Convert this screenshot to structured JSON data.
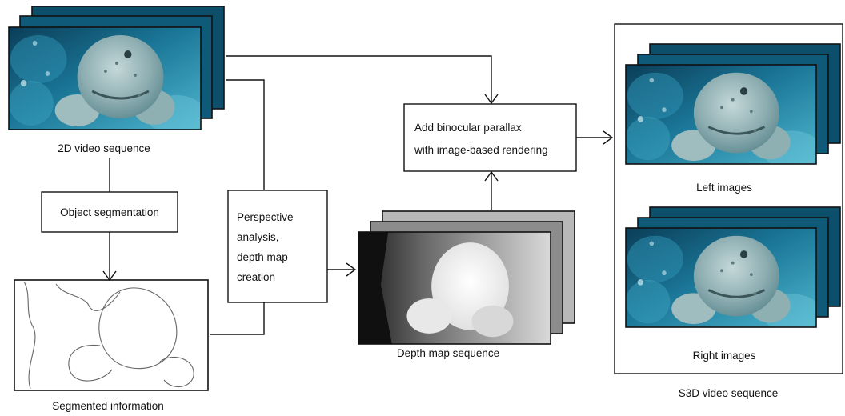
{
  "labels": {
    "video_2d": "2D video sequence",
    "segmented": "Segmented information",
    "depth_seq": "Depth map sequence",
    "left": "Left images",
    "right": "Right images",
    "s3d": "S3D video sequence"
  },
  "boxes": {
    "object_segmentation": "Object segmentation",
    "perspective": [
      "Perspective",
      "analysis,",
      "depth map",
      "creation"
    ],
    "parallax": [
      "Add binocular parallax",
      "with image-based rendering"
    ]
  },
  "colors": {
    "water_dark": "#0d4f6b",
    "water_mid": "#1f86a8",
    "water_light": "#5cc0d8",
    "fish": "#8fb3b8"
  }
}
